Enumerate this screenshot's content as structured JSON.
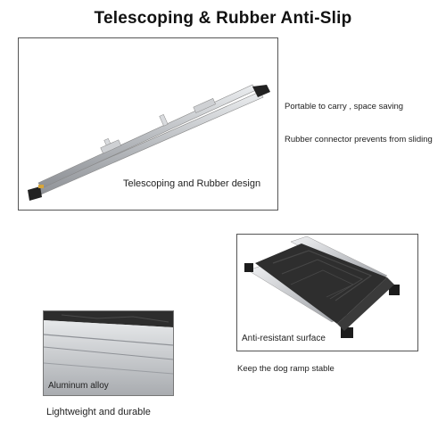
{
  "title": "Telescoping & Rubber Anti-Slip",
  "panels": {
    "top": {
      "caption": "Telescoping and Rubber design",
      "image_icon": "telescoping-ramp-illustration"
    },
    "right": {
      "caption": "Anti-resistant surface",
      "image_icon": "ramp-rubber-surface-illustration"
    },
    "left": {
      "caption": "Aluminum alloy",
      "image_icon": "aluminum-rail-illustration"
    }
  },
  "features": {
    "portable": "Portable to carry , space saving",
    "connector": "Rubber connector prevents from sliding",
    "stable": "Keep the dog ramp stable",
    "lightweight": "Lightweight and durable"
  },
  "colors": {
    "aluminum": "#c7c9cc",
    "rubber": "#2b2b2b",
    "accent": "#d8a63a"
  }
}
